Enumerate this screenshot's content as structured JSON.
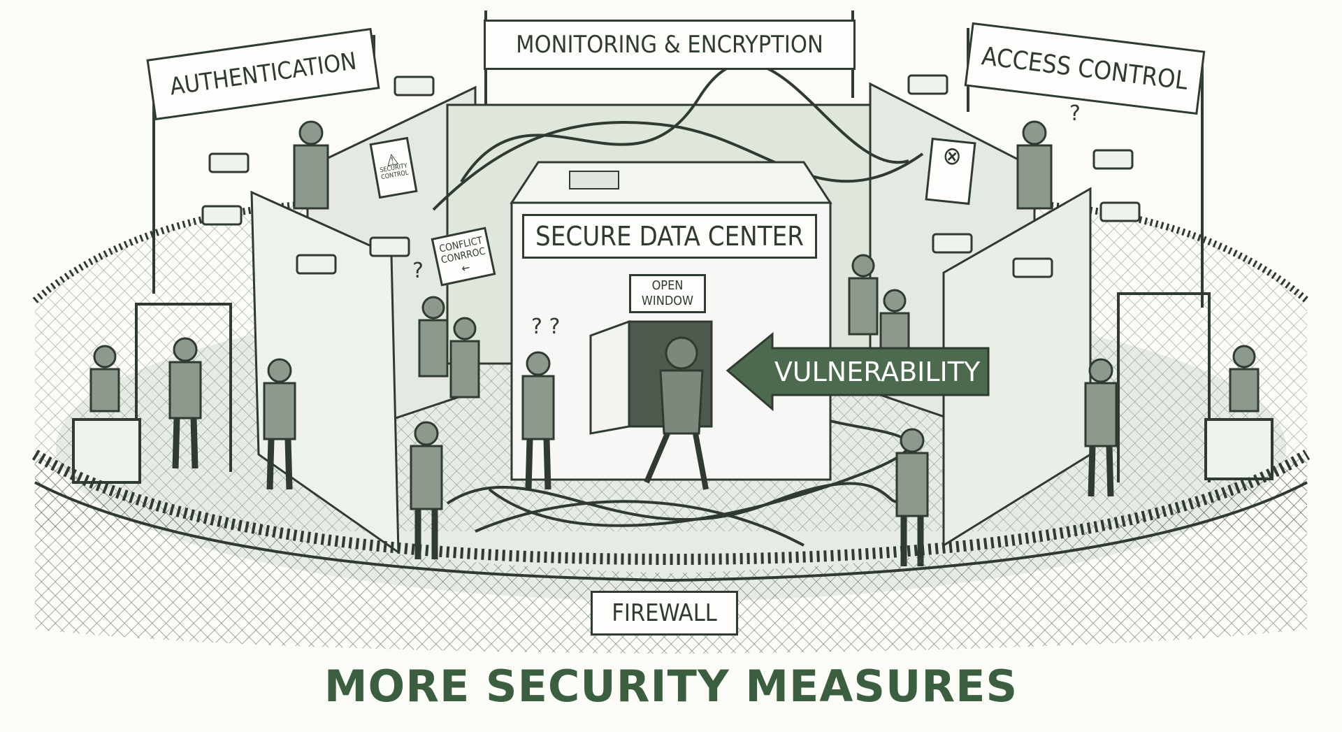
{
  "signs": {
    "authentication": "AUTHENTICATION",
    "monitoring": "MONITORING & ENCRYPTION",
    "access_control": "ACCESS CONTROL",
    "data_center": "SECURE DATA CENTER",
    "open_window": "OPEN WINDOW",
    "vulnerability": "VULNERABILITY",
    "firewall": "FIREWALL",
    "security_control": "SECURITY CONTROL",
    "conflict_control": "CONFLICT CONRROC"
  },
  "question_marks": [
    "?",
    "? ?",
    "?"
  ],
  "title": "MORE SECURITY MEASURES",
  "colors": {
    "ink": "#2f3a30",
    "accent_green": "#3b5e3e",
    "wash": "#dfe6dc",
    "background": "#fbfbf8"
  }
}
